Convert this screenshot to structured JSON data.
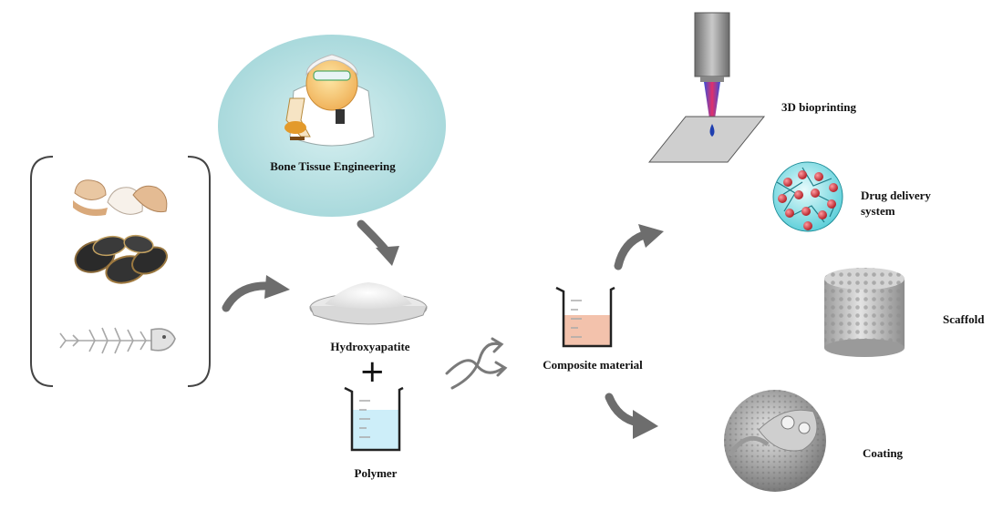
{
  "labels": {
    "bone_tissue_engineering": "Bone Tissue Engineering",
    "hydroxyapatite": "Hydroxyapatite",
    "plus": "+",
    "polymer": "Polymer",
    "composite_material": "Composite material",
    "bioprinting": "3D bioprinting",
    "drug_delivery_line1": "Drug delivery",
    "drug_delivery_line2": "system",
    "scaffold": "Scaffold",
    "coating": "Coating"
  },
  "colors": {
    "circle_fill": "#bfe3e5",
    "arrow_gray": "#6d6d6d",
    "polymer_liquid": "#cdeef9",
    "composite_liquid": "#f3c2ac",
    "drug_teal": "#38c0cf",
    "drug_red": "#d2373f"
  },
  "icons": {
    "scientist": "scientist-with-flask-icon",
    "sources": [
      "eggshell-icon",
      "mussel-shell-icon",
      "fish-bone-icon"
    ],
    "hydroxyapatite": "powder-dish-icon",
    "polymer": "beaker-icon",
    "composite": "beaker-icon",
    "bioprinting": "bioprinter-nozzle-icon",
    "drug_delivery": "nanoparticle-sphere-icon",
    "scaffold": "porous-cylinder-icon",
    "coating": "coated-implant-icon",
    "mixing": "mixing-arrows-icon"
  }
}
